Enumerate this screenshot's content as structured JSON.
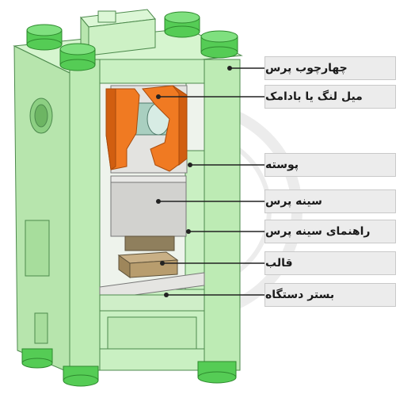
{
  "labels": {
    "frame": "چهارچوب پرس",
    "crankshaft": "میل لنگ یا بادامک",
    "housing": "پوسته",
    "ram": "سینه پرس",
    "ram_guide": "راهنمای سینه پرس",
    "die": "قالب",
    "bed": "بستر دستگاه"
  },
  "colors": {
    "frame_fill": "#c9f0c2",
    "frame_dark": "#aee0a4",
    "frame_stroke": "#4d8a4d",
    "bolts": "#55cc55",
    "crank": "#f07a22",
    "ram": "#d2d2cf",
    "die": "#b89d6e",
    "label_bg": "#ececec"
  }
}
